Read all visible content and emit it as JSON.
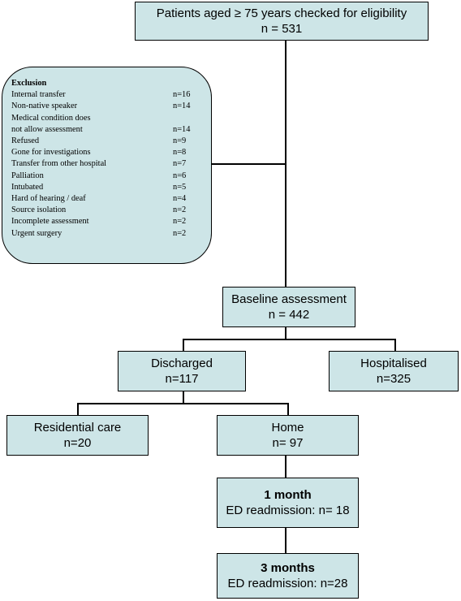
{
  "top": {
    "line1": "Patients aged ≥ 75 years checked for eligibility",
    "line2": "n = 531"
  },
  "exclusion": {
    "title": "Exclusion",
    "items": [
      {
        "label": "Internal transfer",
        "n": "n=16"
      },
      {
        "label": "Non-native speaker",
        "n": "n=14"
      },
      {
        "label": "Medical condition does",
        "n": ""
      },
      {
        "label": "not allow assessment",
        "n": "n=14"
      },
      {
        "label": "Refused",
        "n": "n=9"
      },
      {
        "label": "Gone for investigations",
        "n": "n=8"
      },
      {
        "label": "Transfer from other hospital",
        "n": "n=7"
      },
      {
        "label": "Palliation",
        "n": "n=6"
      },
      {
        "label": "Intubated",
        "n": "n=5"
      },
      {
        "label": "Hard of hearing / deaf",
        "n": "n=4"
      },
      {
        "label": "Source isolation",
        "n": "n=2"
      },
      {
        "label": "Incomplete assessment",
        "n": "n=2"
      },
      {
        "label": "Urgent surgery",
        "n": "n=2"
      }
    ]
  },
  "baseline": {
    "line1": "Baseline assessment",
    "line2": "n = 442"
  },
  "discharged": {
    "line1": "Discharged",
    "line2": "n=117"
  },
  "hospitalised": {
    "line1": "Hospitalised",
    "line2": "n=325"
  },
  "residential": {
    "line1": "Residential care",
    "line2": "n=20"
  },
  "home": {
    "line1": "Home",
    "line2": "n= 97"
  },
  "month1": {
    "line1": "1 month",
    "line2": "ED readmission: n= 18"
  },
  "month3": {
    "line1": "3 months",
    "line2": "ED readmission: n=28"
  }
}
